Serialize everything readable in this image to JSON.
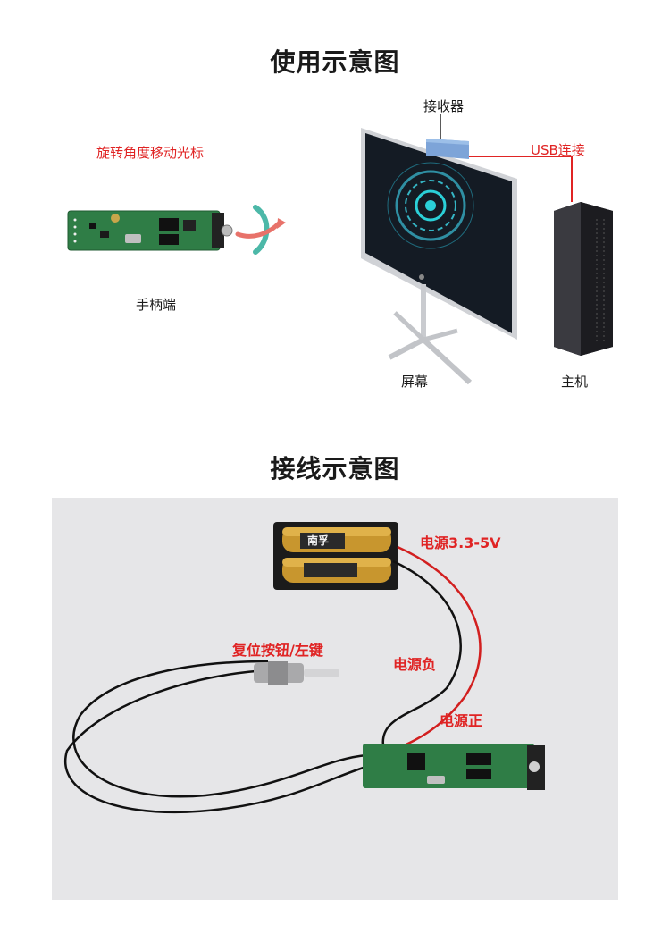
{
  "usage": {
    "title": "使用示意图",
    "rotate_label": "旋转角度移动光标",
    "handle_label": "手柄端",
    "receiver_label": "接收器",
    "usb_label": "USB连接",
    "screen_label": "屏幕",
    "host_label": "主机"
  },
  "wiring": {
    "title": "接线示意图",
    "battery_brand": "南孚",
    "power_label": "电源3.3-5V",
    "reset_label": "复位按钮/左键",
    "neg_label": "电源负",
    "pos_label": "电源正"
  },
  "colors": {
    "accent_red": "#e02424",
    "pcb_green": "#2f7d46",
    "photo_bg": "#e6e6e8"
  }
}
